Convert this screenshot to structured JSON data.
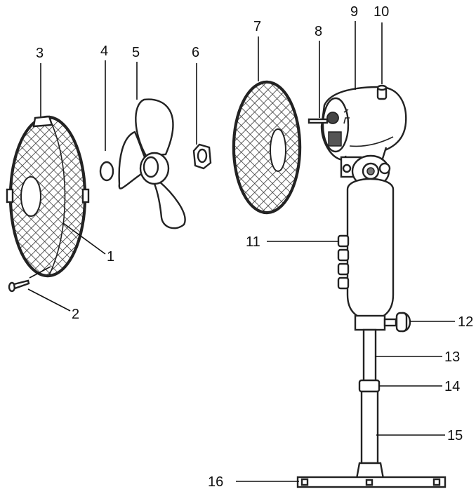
{
  "labels": {
    "l1": "1",
    "l2": "2",
    "l3": "3",
    "l4": "4",
    "l5": "5",
    "l6": "6",
    "l7": "7",
    "l8": "8",
    "l9": "9",
    "l10": "10",
    "l11": "11",
    "l12": "12",
    "l13": "13",
    "l14": "14",
    "l15": "15",
    "l16": "16"
  },
  "colors": {
    "line": "#222222",
    "mesh": "#333333",
    "fill": "#ffffff"
  }
}
